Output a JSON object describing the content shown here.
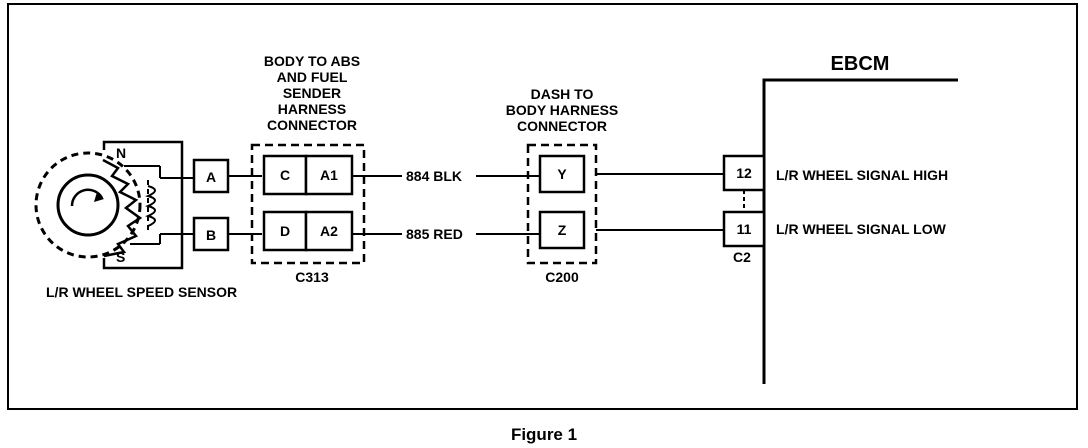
{
  "figure_caption": "Figure 1",
  "sensor": {
    "label": "L/R WHEEL SPEED SENSOR",
    "pole_n": "N",
    "pole_s": "S",
    "pin_a": "A",
    "pin_b": "B"
  },
  "connector_c313": {
    "title_lines": [
      "BODY TO ABS",
      "AND FUEL",
      "SENDER",
      "HARNESS",
      "CONNECTOR"
    ],
    "pins_top": [
      "C",
      "A1"
    ],
    "pins_bottom": [
      "D",
      "A2"
    ],
    "id": "C313"
  },
  "wires": {
    "top": "884 BLK",
    "bottom": "885 RED"
  },
  "connector_c200": {
    "title_lines": [
      "DASH TO",
      "BODY HARNESS",
      "CONNECTOR"
    ],
    "pin_top": "Y",
    "pin_bottom": "Z",
    "id": "C200"
  },
  "ebcm": {
    "title": "EBCM",
    "pin_high": "12",
    "pin_low": "11",
    "signal_high": "L/R WHEEL SIGNAL HIGH",
    "signal_low": "L/R WHEEL SIGNAL LOW",
    "connector_id": "C2"
  }
}
